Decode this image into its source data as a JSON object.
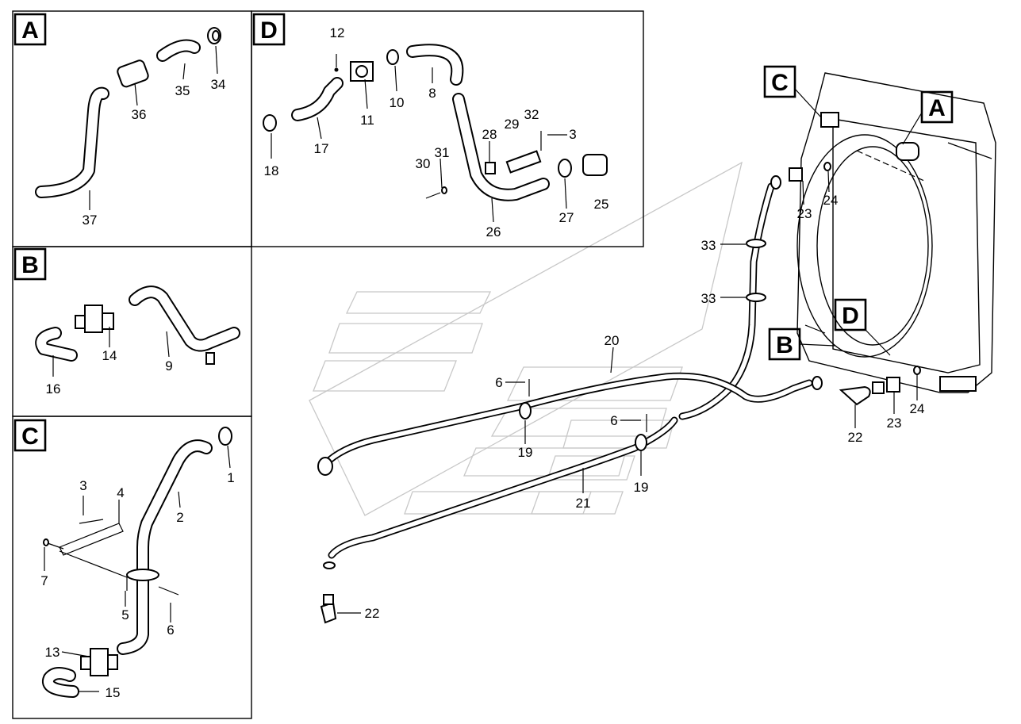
{
  "panels": {
    "a": {
      "letter": "A",
      "labels": [
        "34",
        "35",
        "36",
        "37"
      ]
    },
    "b": {
      "letter": "B",
      "labels": [
        "14",
        "9",
        "16"
      ]
    },
    "c": {
      "letter": "C",
      "labels": [
        "1",
        "2",
        "3",
        "4",
        "7",
        "5",
        "6",
        "13",
        "15"
      ]
    },
    "d": {
      "letter": "D",
      "labels": [
        "12",
        "10",
        "8",
        "11",
        "17",
        "18",
        "32",
        "29",
        "3",
        "28",
        "31",
        "30",
        "27",
        "25",
        "26"
      ]
    }
  },
  "main": {
    "callouts": {
      "c": "C",
      "a": "A",
      "d": "D",
      "b": "B"
    },
    "labels": [
      "23",
      "24",
      "33",
      "33",
      "20",
      "6",
      "19",
      "6",
      "19",
      "21",
      "22",
      "23",
      "24",
      "22"
    ]
  },
  "icons": {
    "watermark": "volvo-logo-watermark"
  }
}
